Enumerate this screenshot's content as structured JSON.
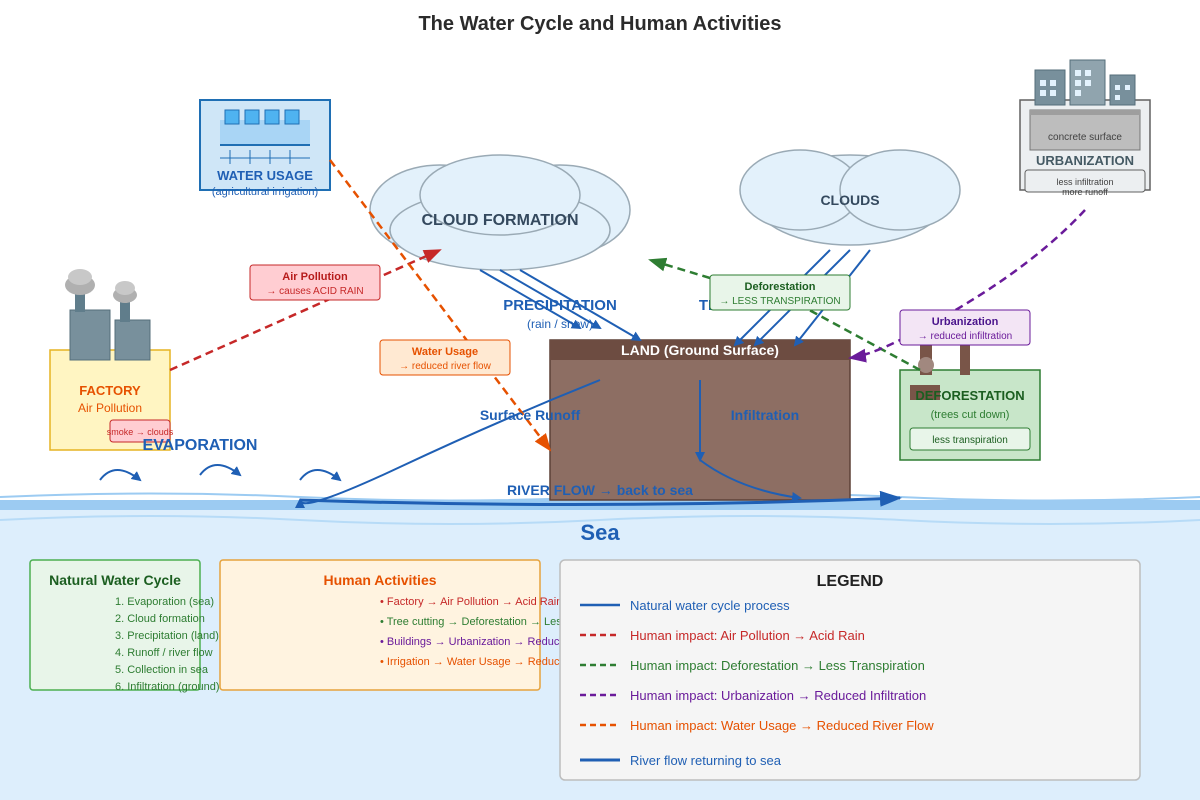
{
  "title": "The Water Cycle and Human Activities",
  "colors": {
    "natural": "#1f5fb4",
    "air_pollution": "#c62828",
    "deforestation": "#2e7d32",
    "urbanization": "#6a1b9a",
    "water_usage": "#e65100",
    "sea": "#ddeefc",
    "land": "#8d6e63"
  },
  "nodes": {
    "cloud_formation": "CLOUD FORMATION",
    "clouds": "CLOUDS",
    "land_title": "LAND (Ground Surface)",
    "sea": "Sea",
    "factory": {
      "title": "FACTORY",
      "subtitle": "Air Pollution",
      "note": "smoke → clouds"
    },
    "water_usage": {
      "title": "WATER USAGE",
      "subtitle": "(agricultural irrigation)"
    },
    "urbanization": {
      "concrete": "concrete surface",
      "title": "URBANIZATION",
      "note1": "less infiltration",
      "note2": "more runoff"
    },
    "deforestation": {
      "title": "DEFORESTATION",
      "subtitle": "(trees cut down)",
      "note": "less transpiration"
    }
  },
  "labels": {
    "precipitation": "PRECIPITATION",
    "precipitation_sub": "(rain / snow)",
    "evaporation": "EVAPORATION",
    "transpiration": "TRANSPIRATION",
    "surface_runoff": "Surface Runoff",
    "infiltration": "Infiltration",
    "river_flow": "RIVER FLOW → back to sea"
  },
  "callouts": {
    "air_pollution": {
      "title": "Air Pollution",
      "text": "→ causes ACID RAIN"
    },
    "water_usage": {
      "title": "Water Usage",
      "text": "→ reduced river flow"
    },
    "deforestation": {
      "title": "Deforestation",
      "text": "→ LESS TRANSPIRATION"
    },
    "urbanization": {
      "title": "Urbanization",
      "text": "→ reduced infiltration"
    }
  },
  "natural_cycle": {
    "title": "Natural Water Cycle",
    "items": [
      "1. Evaporation (sea)",
      "2. Cloud formation",
      "3. Precipitation (land)",
      "4. Runoff / river flow",
      "5. Collection in sea",
      "6. Infiltration (ground)"
    ]
  },
  "human_activities": {
    "title": "Human Activities",
    "items": [
      "• Factory → Air Pollution → Acid Rain",
      "• Tree cutting → Deforestation → Less Transpiration",
      "• Buildings → Urbanization → Reduced Infiltration",
      "• Irrigation → Water Usage → Reduced River Flow"
    ]
  },
  "legend": {
    "title": "LEGEND",
    "items": [
      {
        "label": "Natural water cycle process",
        "style": "solid",
        "color": "#1f5fb4"
      },
      {
        "label": "Human impact: Air Pollution → Acid Rain",
        "style": "dashed",
        "color": "#c62828"
      },
      {
        "label": "Human impact: Deforestation → Less Transpiration",
        "style": "dashed",
        "color": "#2e7d32"
      },
      {
        "label": "Human impact: Urbanization → Reduced Infiltration",
        "style": "dashed",
        "color": "#6a1b9a"
      },
      {
        "label": "Human impact: Water Usage → Reduced River Flow",
        "style": "dashed",
        "color": "#e65100"
      },
      {
        "label": "River flow returning to sea",
        "style": "thick",
        "color": "#1f5fb4"
      }
    ]
  }
}
